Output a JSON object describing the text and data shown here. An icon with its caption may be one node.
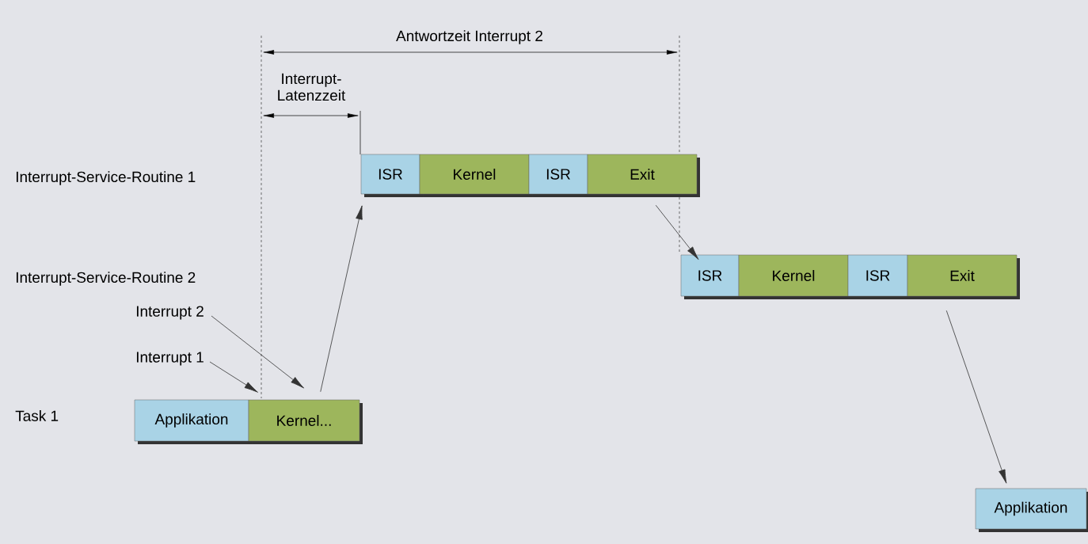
{
  "diagram": {
    "nodes": [
      {
        "text": [
          "Interrupt 2"
        ]
      },
      {
        "text": [
          "Interrupt 1"
        ]
      },
      {
        "text": [
          "Applikation"
        ]
      },
      {
        "text": [
          "Kernel..."
        ]
      },
      {
        "text": [
          "ISR"
        ]
      },
      {
        "text": [
          "Kernel"
        ]
      },
      {
        "text": [
          "ISR"
        ]
      },
      {
        "text": [
          "Exit"
        ]
      },
      {
        "text": [
          "ISR"
        ]
      },
      {
        "text": [
          "Kernel"
        ]
      },
      {
        "text": [
          "ISR"
        ]
      },
      {
        "text": [
          "Exit"
        ]
      },
      {
        "text": [
          "Applikation"
        ]
      }
    ],
    "edges": [
      {
        "from": 1,
        "to": 3,
        "arrow": "to"
      },
      {
        "from": 0,
        "to": 3,
        "arrow": "to"
      },
      {
        "from": 3,
        "to": 4,
        "arrow": "to"
      },
      {
        "from": 7,
        "to": 8,
        "arrow": "to"
      },
      {
        "from": 11,
        "to": 12,
        "arrow": "to"
      }
    ],
    "labels": [
      "Antwortzeit Interrupt 2",
      "Interrupt- Latenzzeit",
      "Interrupt-Service-Routine 1",
      "Interrupt-Service-Routine 2",
      "Task 1"
    ]
  }
}
